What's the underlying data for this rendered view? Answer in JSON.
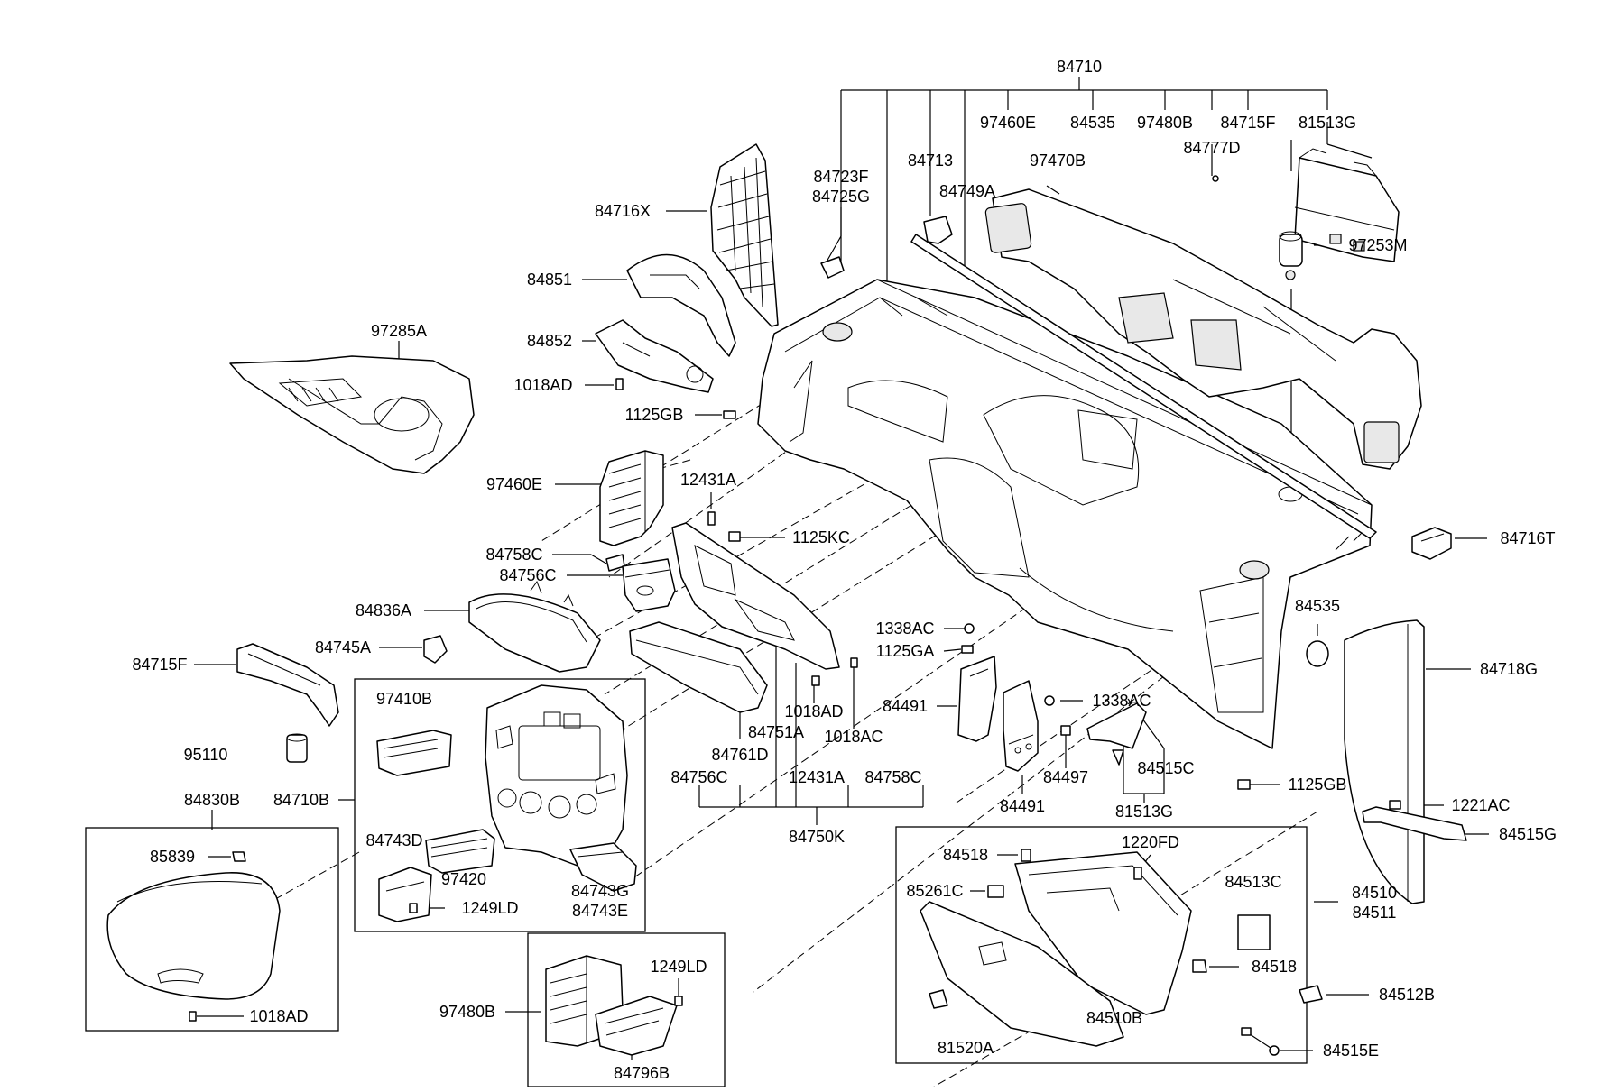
{
  "labels": {
    "l84710": "84710",
    "l97460E_top": "97460E",
    "l84535_top": "84535",
    "l97480B_top": "97480B",
    "l84715F_top": "84715F",
    "l81513G_top": "81513G",
    "l84777D": "84777D",
    "l84713": "84713",
    "l97470B": "97470B",
    "l84723F": "84723F",
    "l84725G": "84725G",
    "l84749A": "84749A",
    "l84716X": "84716X",
    "l97253M": "97253M",
    "l84851": "84851",
    "l84852": "84852",
    "l1018AD_a": "1018AD",
    "l97285A": "97285A",
    "l1125GB_a": "1125GB",
    "l97460E": "97460E",
    "l12431A_a": "12431A",
    "l1125KC": "1125KC",
    "l84758C_a": "84758C",
    "l84756C_a": "84756C",
    "l84716T": "84716T",
    "l84836A": "84836A",
    "l84535_r": "84535",
    "l84715F_l": "84715F",
    "l84745A": "84745A",
    "l1338AC_a": "1338AC",
    "l1125GA": "1125GA",
    "l84718G": "84718G",
    "l97410B": "97410B",
    "l84491_a": "84491",
    "l1338AC_b": "1338AC",
    "l1018AD_b": "1018AD",
    "l84751A": "84751A",
    "l1018AC": "1018AC",
    "l95110": "95110",
    "l84761D": "84761D",
    "l84497": "84497",
    "l84515C": "84515C",
    "l84756C_b": "84756C",
    "l12431A_b": "12431A",
    "l84758C_b": "84758C",
    "l84710B": "84710B",
    "l84830B": "84830B",
    "l1125GB_b": "1125GB",
    "l84491_b": "84491",
    "l81513G_b": "81513G",
    "l1221AC": "1221AC",
    "l84750K": "84750K",
    "l84515G": "84515G",
    "l84743D": "84743D",
    "l85839": "85839",
    "l84518_a": "84518",
    "l1220FD": "1220FD",
    "l97420": "97420",
    "l84510": "84510",
    "l84511": "84511",
    "l84513C": "84513C",
    "l85261C": "85261C",
    "l84743G": "84743G",
    "l84743E": "84743E",
    "l1249LD_a": "1249LD",
    "l84518_b": "84518",
    "l1249LD_b": "1249LD",
    "l84512B": "84512B",
    "l1018AD_c": "1018AD",
    "l97480B": "97480B",
    "l84510B": "84510B",
    "l81520A": "81520A",
    "l84515E": "84515E",
    "l84796B": "84796B"
  }
}
